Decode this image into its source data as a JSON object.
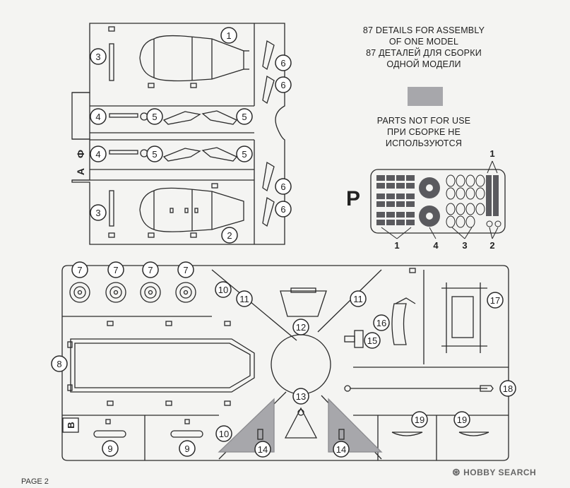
{
  "notes": {
    "top_lines": [
      "87 DETAILS FOR ASSEMBLY",
      "OF ONE MODEL",
      "87 ДЕТАЛЕЙ ДЛЯ СБОРКИ",
      "ОДНОЙ МОДЕЛИ"
    ],
    "mid_lines": [
      "PARTS NOT FOR USE",
      "ПРИ СБОРКЕ НЕ ИСПОЛЬЗУЮТСЯ"
    ],
    "unused_swatch_color": "#a7a7ab"
  },
  "sprues": {
    "A": {
      "letter_1": "A",
      "letter_2": "Ф"
    },
    "B": {
      "letter": "B"
    },
    "P": {
      "letter": "P"
    }
  },
  "callouts": {
    "A": [
      "1",
      "2",
      "3",
      "3",
      "4",
      "4",
      "5",
      "5",
      "5",
      "5",
      "6",
      "6",
      "6",
      "6"
    ],
    "B": [
      "7",
      "7",
      "7",
      "7",
      "8",
      "9",
      "9",
      "10",
      "10",
      "11",
      "11",
      "12",
      "13",
      "14",
      "14",
      "15",
      "16",
      "17",
      "18",
      "19",
      "19"
    ],
    "P": [
      "1",
      "1",
      "2",
      "3",
      "4"
    ]
  },
  "footer": {
    "sheet_label": "PAGE 2",
    "watermark": "HOBBY SEARCH"
  },
  "colors": {
    "line": "#2a2a2a",
    "unused": "#a7a7ab",
    "paper": "#f4f4f2"
  }
}
